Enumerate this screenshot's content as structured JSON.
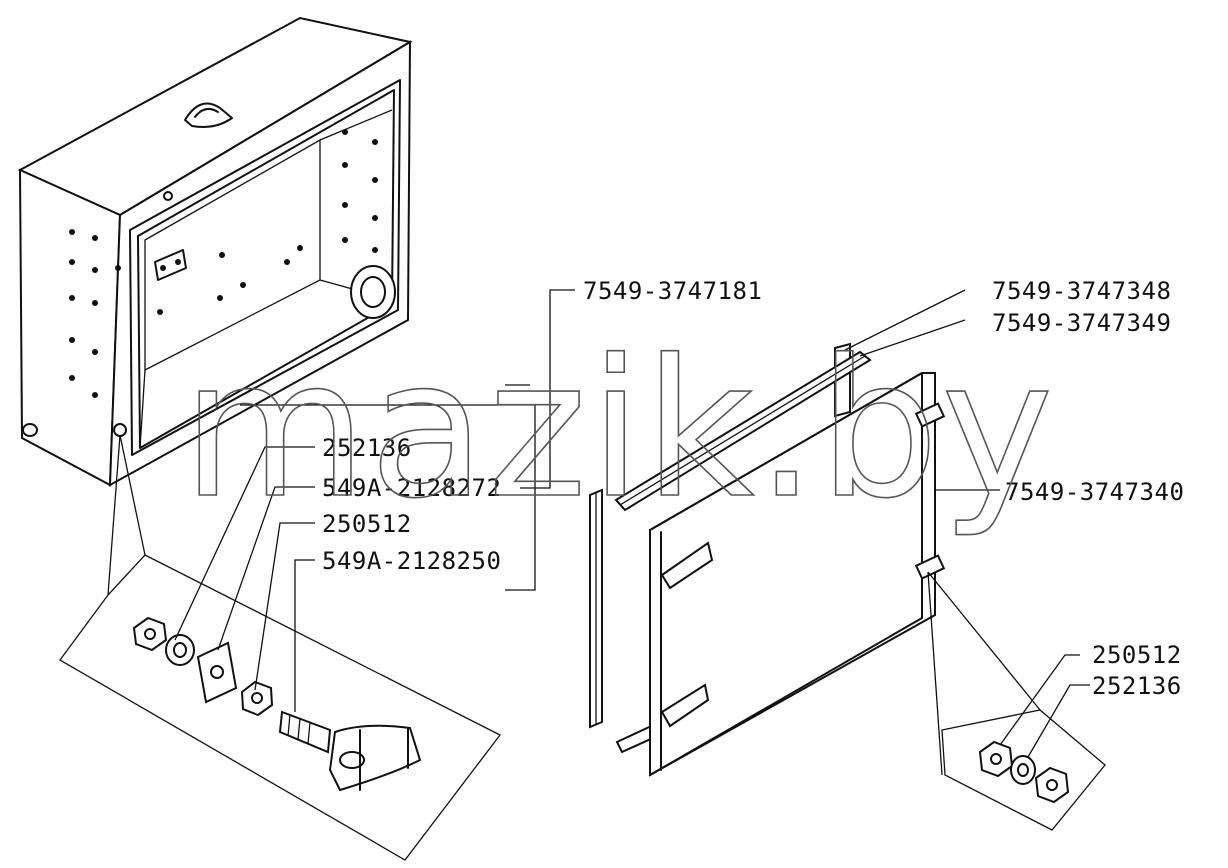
{
  "watermark": "mazik.by",
  "labels": {
    "p7549_3747181": "7549-3747181",
    "p7549_3747348": "7549-3747348",
    "p7549_3747349": "7549-3747349",
    "p7549_3747340": "7549-3747340",
    "p252136_left": "252136",
    "p549A_2128272": "549A-2128272",
    "p250512_left": "250512",
    "p549A_2128250": "549A-2128250",
    "p250512_right": "250512",
    "p252136_right": "252136"
  }
}
